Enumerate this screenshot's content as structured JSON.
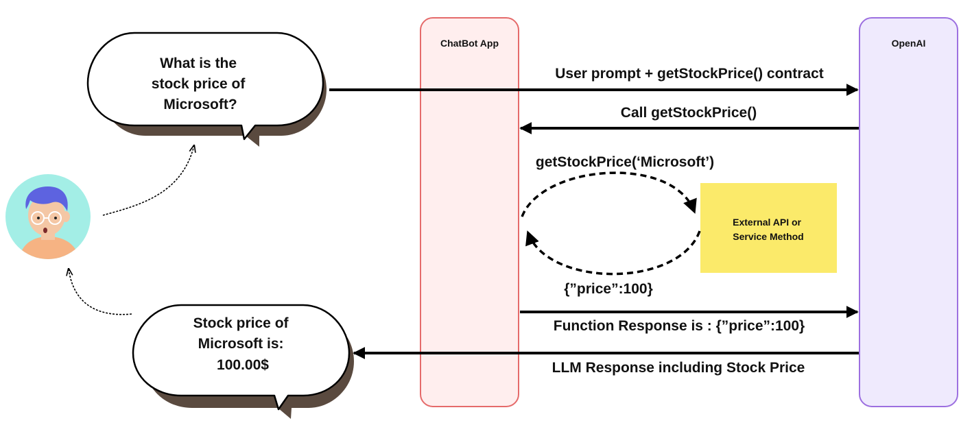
{
  "lanes": {
    "chatbot": {
      "title": "ChatBot App",
      "fill": "#ffeeee",
      "stroke": "#e56a6a"
    },
    "openai": {
      "title": "OpenAI",
      "fill": "#efeafd",
      "stroke": "#9c6fe0"
    }
  },
  "bubbles": {
    "question": {
      "lines": [
        "What is the",
        "stock price of",
        "Microsoft?"
      ]
    },
    "answer": {
      "lines": [
        "Stock price of",
        "Microsoft is:",
        "100.00$"
      ]
    }
  },
  "external": {
    "lines": [
      "External API or",
      "Service Method"
    ],
    "fill": "#fbea6a"
  },
  "messages": {
    "user_prompt": "User prompt + getStockPrice() contract",
    "call": "Call getStockPrice()",
    "get_call": "getStockPrice(‘Microsoft’)",
    "price_result": "{”price”:100}",
    "function_response": "Function Response is : {”price”:100}",
    "llm_response": "LLM Response including Stock Price"
  },
  "avatar": {
    "background": "#a3eee6",
    "hair": "#5d63e0",
    "skin": "#f4c7a5",
    "shirt": "#f6b383"
  }
}
